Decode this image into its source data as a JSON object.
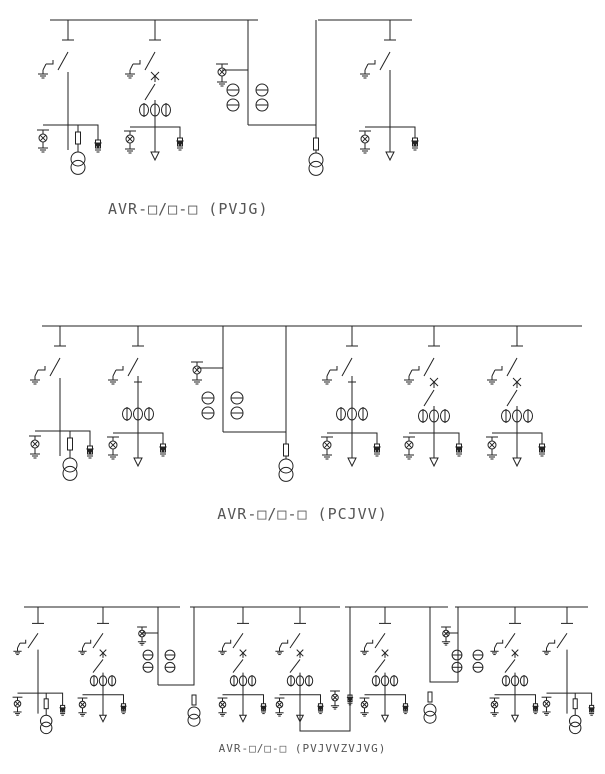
{
  "captions": {
    "d1": "AVR-□/□-□ (PVJG)",
    "d2": "AVR-□/□-□ (PCJVV)",
    "d3": "AVR-□/□-□ (PVJVVZVJVG)"
  },
  "colors": {
    "line": "#222222",
    "text": "#555555"
  }
}
